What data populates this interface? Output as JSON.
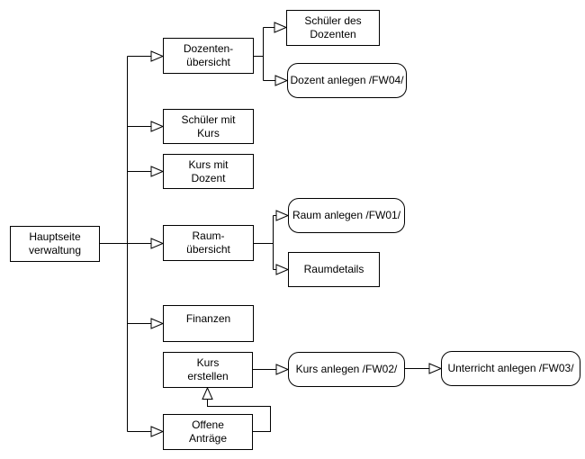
{
  "diagram": {
    "colors": {
      "stroke": "#000000",
      "background": "#ffffff",
      "text": "#000000"
    },
    "nodes": {
      "hauptseite": {
        "label": "Hauptseite\nverwaltung",
        "shape": "rect"
      },
      "dozenten_uebersicht": {
        "label": "Dozenten-\nübersicht",
        "shape": "rect"
      },
      "schueler_mit_kurs": {
        "label": "Schüler mit\nKurs",
        "shape": "rect"
      },
      "kurs_mit_dozent": {
        "label": "Kurs mit\nDozent",
        "shape": "rect"
      },
      "raum_uebersicht": {
        "label": "Raum-\nübersicht",
        "shape": "rect"
      },
      "finanzen": {
        "label": "Finanzen",
        "shape": "rect"
      },
      "kurs_erstellen": {
        "label": "Kurs\nerstellen",
        "shape": "rect"
      },
      "offene_antraege": {
        "label": "Offene\nAnträge",
        "shape": "rect"
      },
      "schueler_des_dozenten": {
        "label": "Schüler des\nDozenten",
        "shape": "rect"
      },
      "dozent_anlegen": {
        "label": "Dozent anlegen /FW04/",
        "shape": "rounded"
      },
      "raum_anlegen": {
        "label": "Raum anlegen /FW01/",
        "shape": "rounded"
      },
      "raumdetails": {
        "label": "Raumdetails",
        "shape": "rect"
      },
      "kurs_anlegen": {
        "label": "Kurs anlegen /FW02/",
        "shape": "rounded"
      },
      "unterricht_anlegen": {
        "label": "Unterricht anlegen /FW03/",
        "shape": "rounded"
      }
    },
    "edges": [
      "hauptseite -> raum_uebersicht",
      "hauptseite -> dozenten_uebersicht",
      "hauptseite -> schueler_mit_kurs",
      "hauptseite -> kurs_mit_dozent",
      "hauptseite -> finanzen",
      "hauptseite -> offene_antraege",
      "dozenten_uebersicht -> schueler_des_dozenten",
      "dozenten_uebersicht -> dozent_anlegen",
      "raum_uebersicht -> raum_anlegen",
      "raum_uebersicht -> raumdetails",
      "kurs_erstellen -> kurs_anlegen",
      "kurs_anlegen -> unterricht_anlegen",
      "offene_antraege -> kurs_erstellen"
    ]
  }
}
